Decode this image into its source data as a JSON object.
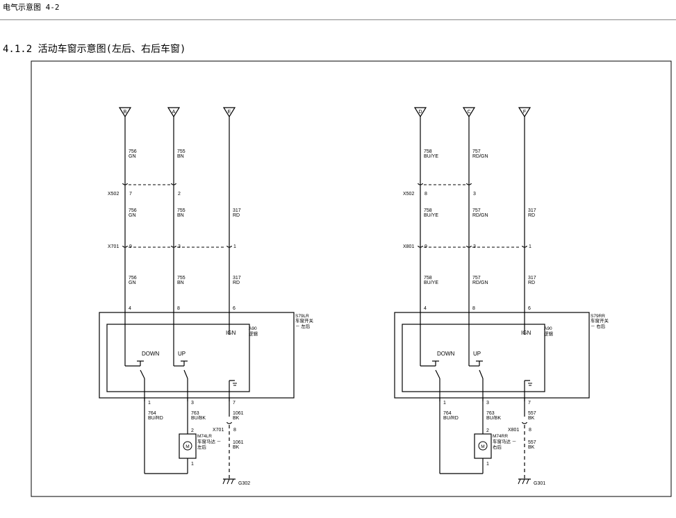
{
  "header": {
    "title": "电气示意图 4-2"
  },
  "section": {
    "title": "4.1.2 活动车窗示意图(左后、右后车窗)"
  },
  "left": {
    "pins_top": [
      "B",
      "A",
      "E"
    ],
    "wires_a": [
      [
        "756",
        "GN"
      ],
      [
        "755",
        "BN"
      ],
      [
        "",
        ""
      ]
    ],
    "conn1": {
      "name": "X502",
      "pins": [
        "7",
        "2"
      ]
    },
    "wires_b": [
      [
        "756",
        "GN"
      ],
      [
        "755",
        "BN"
      ],
      [
        "317",
        "RD"
      ]
    ],
    "conn2": {
      "name": "X701",
      "pins": [
        "9",
        "3",
        "1"
      ]
    },
    "wires_c": [
      [
        "756",
        "GN"
      ],
      [
        "755",
        "BN"
      ],
      [
        "317",
        "RD"
      ]
    ],
    "sw_pins": [
      "4",
      "8",
      "6"
    ],
    "switch": {
      "id": "S79LR",
      "name": "车窗开关",
      "sub": "－ 左后"
    },
    "logic": {
      "id": "A90",
      "name": "逻辑"
    },
    "ign": "IGN",
    "down": "DOWN",
    "up": "UP",
    "out_pins": [
      "1",
      "3",
      "7"
    ],
    "out_wires": [
      [
        "764",
        "BU/RD"
      ],
      [
        "763",
        "BU/BK"
      ],
      [
        "1061",
        "BK"
      ]
    ],
    "conn3": {
      "name": "X701",
      "pin": "8"
    },
    "motor": {
      "id": "M74LR",
      "name": "车窗马达 －",
      "sub": "左后",
      "pins": [
        "2",
        "1"
      ],
      "symbol": "M"
    },
    "gnd_wire": [
      "1061",
      "BK"
    ],
    "ground": "G302"
  },
  "right": {
    "pins_top": [
      "D",
      "C",
      "F"
    ],
    "wires_a": [
      [
        "758",
        "BU/YE"
      ],
      [
        "757",
        "RD/GN"
      ],
      [
        "",
        ""
      ]
    ],
    "conn1": {
      "name": "X502",
      "pins": [
        "8",
        "3"
      ]
    },
    "wires_b": [
      [
        "758",
        "BU/YE"
      ],
      [
        "757",
        "RD/GN"
      ],
      [
        "317",
        "RD"
      ]
    ],
    "conn2": {
      "name": "X801",
      "pins": [
        "9",
        "3",
        "1"
      ]
    },
    "wires_c": [
      [
        "758",
        "BU/YE"
      ],
      [
        "757",
        "RD/GN"
      ],
      [
        "317",
        "RD"
      ]
    ],
    "sw_pins": [
      "4",
      "8",
      "6"
    ],
    "switch": {
      "id": "S79RR",
      "name": "车窗开关",
      "sub": "－ 右后"
    },
    "logic": {
      "id": "A90",
      "name": "逻辑"
    },
    "ign": "IGN",
    "down": "DOWN",
    "up": "UP",
    "out_pins": [
      "1",
      "3",
      "7"
    ],
    "out_wires": [
      [
        "764",
        "BU/RD"
      ],
      [
        "763",
        "BU/BK"
      ],
      [
        "557",
        "BK"
      ]
    ],
    "conn3": {
      "name": "X801",
      "pin": "8"
    },
    "motor": {
      "id": "M74RR",
      "name": "车窗马达 －",
      "sub": "右后",
      "pins": [
        "2",
        "1"
      ],
      "symbol": "M"
    },
    "gnd_wire": [
      "557",
      "BK"
    ],
    "ground": "G301"
  }
}
